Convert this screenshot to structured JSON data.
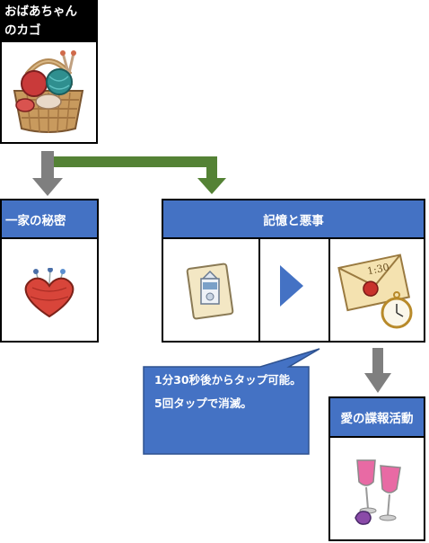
{
  "nodes": {
    "basket": {
      "title_line1": "おばあちゃん",
      "title_line2": "のカゴ"
    },
    "family_secret": {
      "title": "一家の秘密"
    },
    "memory": {
      "title": "記憶と悪事"
    },
    "spy": {
      "title": "愛の諜報活動"
    }
  },
  "callout": {
    "text": "1分30秒後からタップ可能。5回タップで消滅。"
  },
  "envelope": {
    "stamp": "1:30"
  },
  "colors": {
    "blue": "#4472c4",
    "green": "#548235",
    "gray": "#7f7f7f",
    "black": "#000000"
  }
}
